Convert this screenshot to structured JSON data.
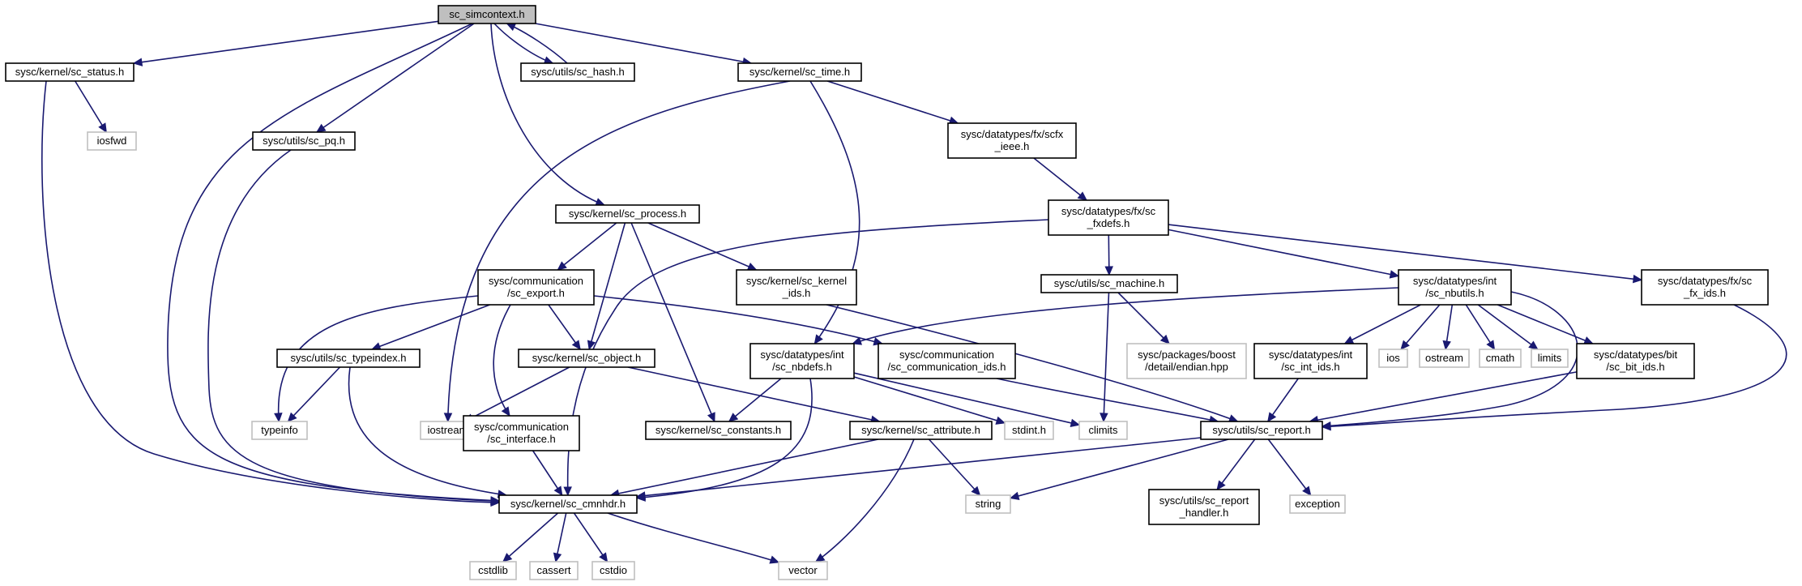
{
  "graph": {
    "colors": {
      "edge": "#191970",
      "main_fill": "#bfbfbf",
      "internal_border": "#000000",
      "external_border": "#bfbfbf",
      "text": "#000000"
    },
    "nodes": [
      {
        "id": "sc_simcontext",
        "kind": "main",
        "lines": [
          "sc_simcontext.h"
        ]
      },
      {
        "id": "sc_status",
        "kind": "internal",
        "lines": [
          "sysc/kernel/sc_status.h"
        ]
      },
      {
        "id": "sc_hash",
        "kind": "internal",
        "lines": [
          "sysc/utils/sc_hash.h"
        ]
      },
      {
        "id": "sc_time",
        "kind": "internal",
        "lines": [
          "sysc/kernel/sc_time.h"
        ]
      },
      {
        "id": "iosfwd",
        "kind": "external",
        "lines": [
          "iosfwd"
        ]
      },
      {
        "id": "sc_pq",
        "kind": "internal",
        "lines": [
          "sysc/utils/sc_pq.h"
        ]
      },
      {
        "id": "scfx_ieee",
        "kind": "internal",
        "lines": [
          "sysc/datatypes/fx/scfx",
          "_ieee.h"
        ]
      },
      {
        "id": "sc_process",
        "kind": "internal",
        "lines": [
          "sysc/kernel/sc_process.h"
        ]
      },
      {
        "id": "sc_fxdefs",
        "kind": "internal",
        "lines": [
          "sysc/datatypes/fx/sc",
          "_fxdefs.h"
        ]
      },
      {
        "id": "sc_export",
        "kind": "internal",
        "lines": [
          "sysc/communication",
          "/sc_export.h"
        ]
      },
      {
        "id": "sc_kernel_ids",
        "kind": "internal",
        "lines": [
          "sysc/kernel/sc_kernel",
          "_ids.h"
        ]
      },
      {
        "id": "sc_machine",
        "kind": "internal",
        "lines": [
          "sysc/utils/sc_machine.h"
        ]
      },
      {
        "id": "sc_nbutils",
        "kind": "internal",
        "lines": [
          "sysc/datatypes/int",
          "/sc_nbutils.h"
        ]
      },
      {
        "id": "sc_fx_ids",
        "kind": "internal",
        "lines": [
          "sysc/datatypes/fx/sc",
          "_fx_ids.h"
        ]
      },
      {
        "id": "sc_typeindex",
        "kind": "internal",
        "lines": [
          "sysc/utils/sc_typeindex.h"
        ]
      },
      {
        "id": "sc_object",
        "kind": "internal",
        "lines": [
          "sysc/kernel/sc_object.h"
        ]
      },
      {
        "id": "sc_nbdefs",
        "kind": "internal",
        "lines": [
          "sysc/datatypes/int",
          "/sc_nbdefs.h"
        ]
      },
      {
        "id": "sc_communication_ids",
        "kind": "internal",
        "lines": [
          "sysc/communication",
          "/sc_communication_ids.h"
        ]
      },
      {
        "id": "endian",
        "kind": "external",
        "lines": [
          "sysc/packages/boost",
          "/detail/endian.hpp"
        ]
      },
      {
        "id": "sc_int_ids",
        "kind": "internal",
        "lines": [
          "sysc/datatypes/int",
          "/sc_int_ids.h"
        ]
      },
      {
        "id": "ios",
        "kind": "external",
        "lines": [
          "ios"
        ]
      },
      {
        "id": "ostream",
        "kind": "external",
        "lines": [
          "ostream"
        ]
      },
      {
        "id": "cmath",
        "kind": "external",
        "lines": [
          "cmath"
        ]
      },
      {
        "id": "limits",
        "kind": "external",
        "lines": [
          "limits"
        ]
      },
      {
        "id": "sc_bit_ids",
        "kind": "internal",
        "lines": [
          "sysc/datatypes/bit",
          "/sc_bit_ids.h"
        ]
      },
      {
        "id": "typeinfo",
        "kind": "external",
        "lines": [
          "typeinfo"
        ]
      },
      {
        "id": "iostream",
        "kind": "external",
        "lines": [
          "iostream"
        ]
      },
      {
        "id": "sc_interface",
        "kind": "internal",
        "lines": [
          "sysc/communication",
          "/sc_interface.h"
        ]
      },
      {
        "id": "sc_constants",
        "kind": "internal",
        "lines": [
          "sysc/kernel/sc_constants.h"
        ]
      },
      {
        "id": "sc_attribute",
        "kind": "internal",
        "lines": [
          "sysc/kernel/sc_attribute.h"
        ]
      },
      {
        "id": "stdint",
        "kind": "external",
        "lines": [
          "stdint.h"
        ]
      },
      {
        "id": "climits",
        "kind": "external",
        "lines": [
          "climits"
        ]
      },
      {
        "id": "sc_report",
        "kind": "internal",
        "lines": [
          "sysc/utils/sc_report.h"
        ]
      },
      {
        "id": "sc_cmnhdr",
        "kind": "internal",
        "lines": [
          "sysc/kernel/sc_cmnhdr.h"
        ]
      },
      {
        "id": "string",
        "kind": "external",
        "lines": [
          "string"
        ]
      },
      {
        "id": "sc_report_handler",
        "kind": "internal",
        "lines": [
          "sysc/utils/sc_report",
          "_handler.h"
        ]
      },
      {
        "id": "exception",
        "kind": "external",
        "lines": [
          "exception"
        ]
      },
      {
        "id": "cstdlib",
        "kind": "external",
        "lines": [
          "cstdlib"
        ]
      },
      {
        "id": "cassert",
        "kind": "external",
        "lines": [
          "cassert"
        ]
      },
      {
        "id": "cstdio",
        "kind": "external",
        "lines": [
          "cstdio"
        ]
      },
      {
        "id": "vector",
        "kind": "external",
        "lines": [
          "vector"
        ]
      }
    ],
    "edges": [
      {
        "from": "sc_simcontext",
        "to": "sc_status"
      },
      {
        "from": "sc_simcontext",
        "to": "sc_hash"
      },
      {
        "from": "sc_simcontext",
        "to": "sc_time"
      },
      {
        "from": "sc_simcontext",
        "to": "sc_pq"
      },
      {
        "from": "sc_simcontext",
        "to": "sc_process"
      },
      {
        "from": "sc_simcontext",
        "to": "sc_cmnhdr"
      },
      {
        "from": "sc_hash",
        "to": "sc_simcontext"
      },
      {
        "from": "sc_status",
        "to": "iosfwd"
      },
      {
        "from": "sc_status",
        "to": "sc_cmnhdr"
      },
      {
        "from": "sc_pq",
        "to": "sc_cmnhdr"
      },
      {
        "from": "sc_time",
        "to": "iostream"
      },
      {
        "from": "sc_time",
        "to": "scfx_ieee"
      },
      {
        "from": "sc_time",
        "to": "sc_nbdefs"
      },
      {
        "from": "scfx_ieee",
        "to": "sc_fxdefs"
      },
      {
        "from": "sc_fxdefs",
        "to": "sc_cmnhdr"
      },
      {
        "from": "sc_fxdefs",
        "to": "sc_machine"
      },
      {
        "from": "sc_fxdefs",
        "to": "sc_nbutils"
      },
      {
        "from": "sc_fxdefs",
        "to": "sc_fx_ids"
      },
      {
        "from": "sc_fx_ids",
        "to": "sc_report"
      },
      {
        "from": "sc_process",
        "to": "sc_export"
      },
      {
        "from": "sc_process",
        "to": "sc_object"
      },
      {
        "from": "sc_process",
        "to": "sc_kernel_ids"
      },
      {
        "from": "sc_process",
        "to": "sc_constants"
      },
      {
        "from": "sc_kernel_ids",
        "to": "sc_report"
      },
      {
        "from": "sc_export",
        "to": "typeinfo"
      },
      {
        "from": "sc_export",
        "to": "sc_typeindex"
      },
      {
        "from": "sc_export",
        "to": "sc_object"
      },
      {
        "from": "sc_export",
        "to": "sc_communication_ids"
      },
      {
        "from": "sc_export",
        "to": "sc_interface"
      },
      {
        "from": "sc_typeindex",
        "to": "typeinfo"
      },
      {
        "from": "sc_typeindex",
        "to": "sc_cmnhdr"
      },
      {
        "from": "sc_object",
        "to": "iostream"
      },
      {
        "from": "sc_object",
        "to": "sc_attribute"
      },
      {
        "from": "sc_interface",
        "to": "sc_cmnhdr"
      },
      {
        "from": "sc_machine",
        "to": "endian"
      },
      {
        "from": "sc_machine",
        "to": "climits"
      },
      {
        "from": "sc_nbutils",
        "to": "sc_nbdefs"
      },
      {
        "from": "sc_nbutils",
        "to": "sc_int_ids"
      },
      {
        "from": "sc_nbutils",
        "to": "ios"
      },
      {
        "from": "sc_nbutils",
        "to": "ostream"
      },
      {
        "from": "sc_nbutils",
        "to": "cmath"
      },
      {
        "from": "sc_nbutils",
        "to": "limits"
      },
      {
        "from": "sc_nbutils",
        "to": "sc_bit_ids"
      },
      {
        "from": "sc_nbutils",
        "to": "sc_report"
      },
      {
        "from": "sc_nbdefs",
        "to": "sc_constants"
      },
      {
        "from": "sc_nbdefs",
        "to": "sc_cmnhdr"
      },
      {
        "from": "sc_nbdefs",
        "to": "stdint"
      },
      {
        "from": "sc_nbdefs",
        "to": "climits"
      },
      {
        "from": "sc_communication_ids",
        "to": "sc_report"
      },
      {
        "from": "sc_int_ids",
        "to": "sc_report"
      },
      {
        "from": "sc_bit_ids",
        "to": "sc_report"
      },
      {
        "from": "sc_attribute",
        "to": "sc_cmnhdr"
      },
      {
        "from": "sc_attribute",
        "to": "string"
      },
      {
        "from": "sc_attribute",
        "to": "vector"
      },
      {
        "from": "sc_report",
        "to": "sc_cmnhdr"
      },
      {
        "from": "sc_report",
        "to": "string"
      },
      {
        "from": "sc_report",
        "to": "sc_report_handler"
      },
      {
        "from": "sc_report",
        "to": "exception"
      },
      {
        "from": "sc_cmnhdr",
        "to": "cstdlib"
      },
      {
        "from": "sc_cmnhdr",
        "to": "cassert"
      },
      {
        "from": "sc_cmnhdr",
        "to": "cstdio"
      },
      {
        "from": "sc_cmnhdr",
        "to": "vector"
      }
    ]
  }
}
